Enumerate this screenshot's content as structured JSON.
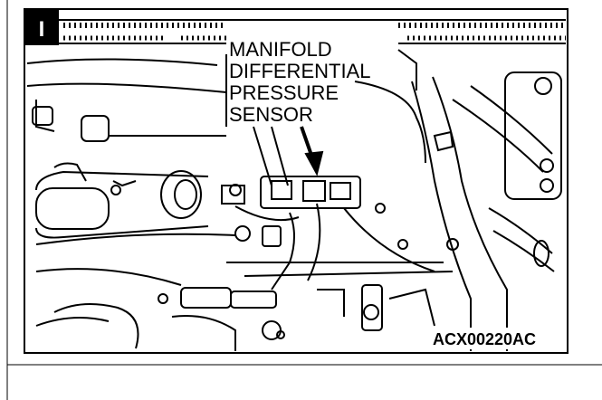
{
  "figure": {
    "badge": "I",
    "callout_lines": [
      "MANIFOLD",
      "DIFFERENTIAL",
      "PRESSURE",
      "SENSOR"
    ],
    "figure_code": "ACX00220AC"
  },
  "colors": {
    "ink": "#000000",
    "paper": "#ffffff",
    "shade": "#d9d9d9"
  }
}
